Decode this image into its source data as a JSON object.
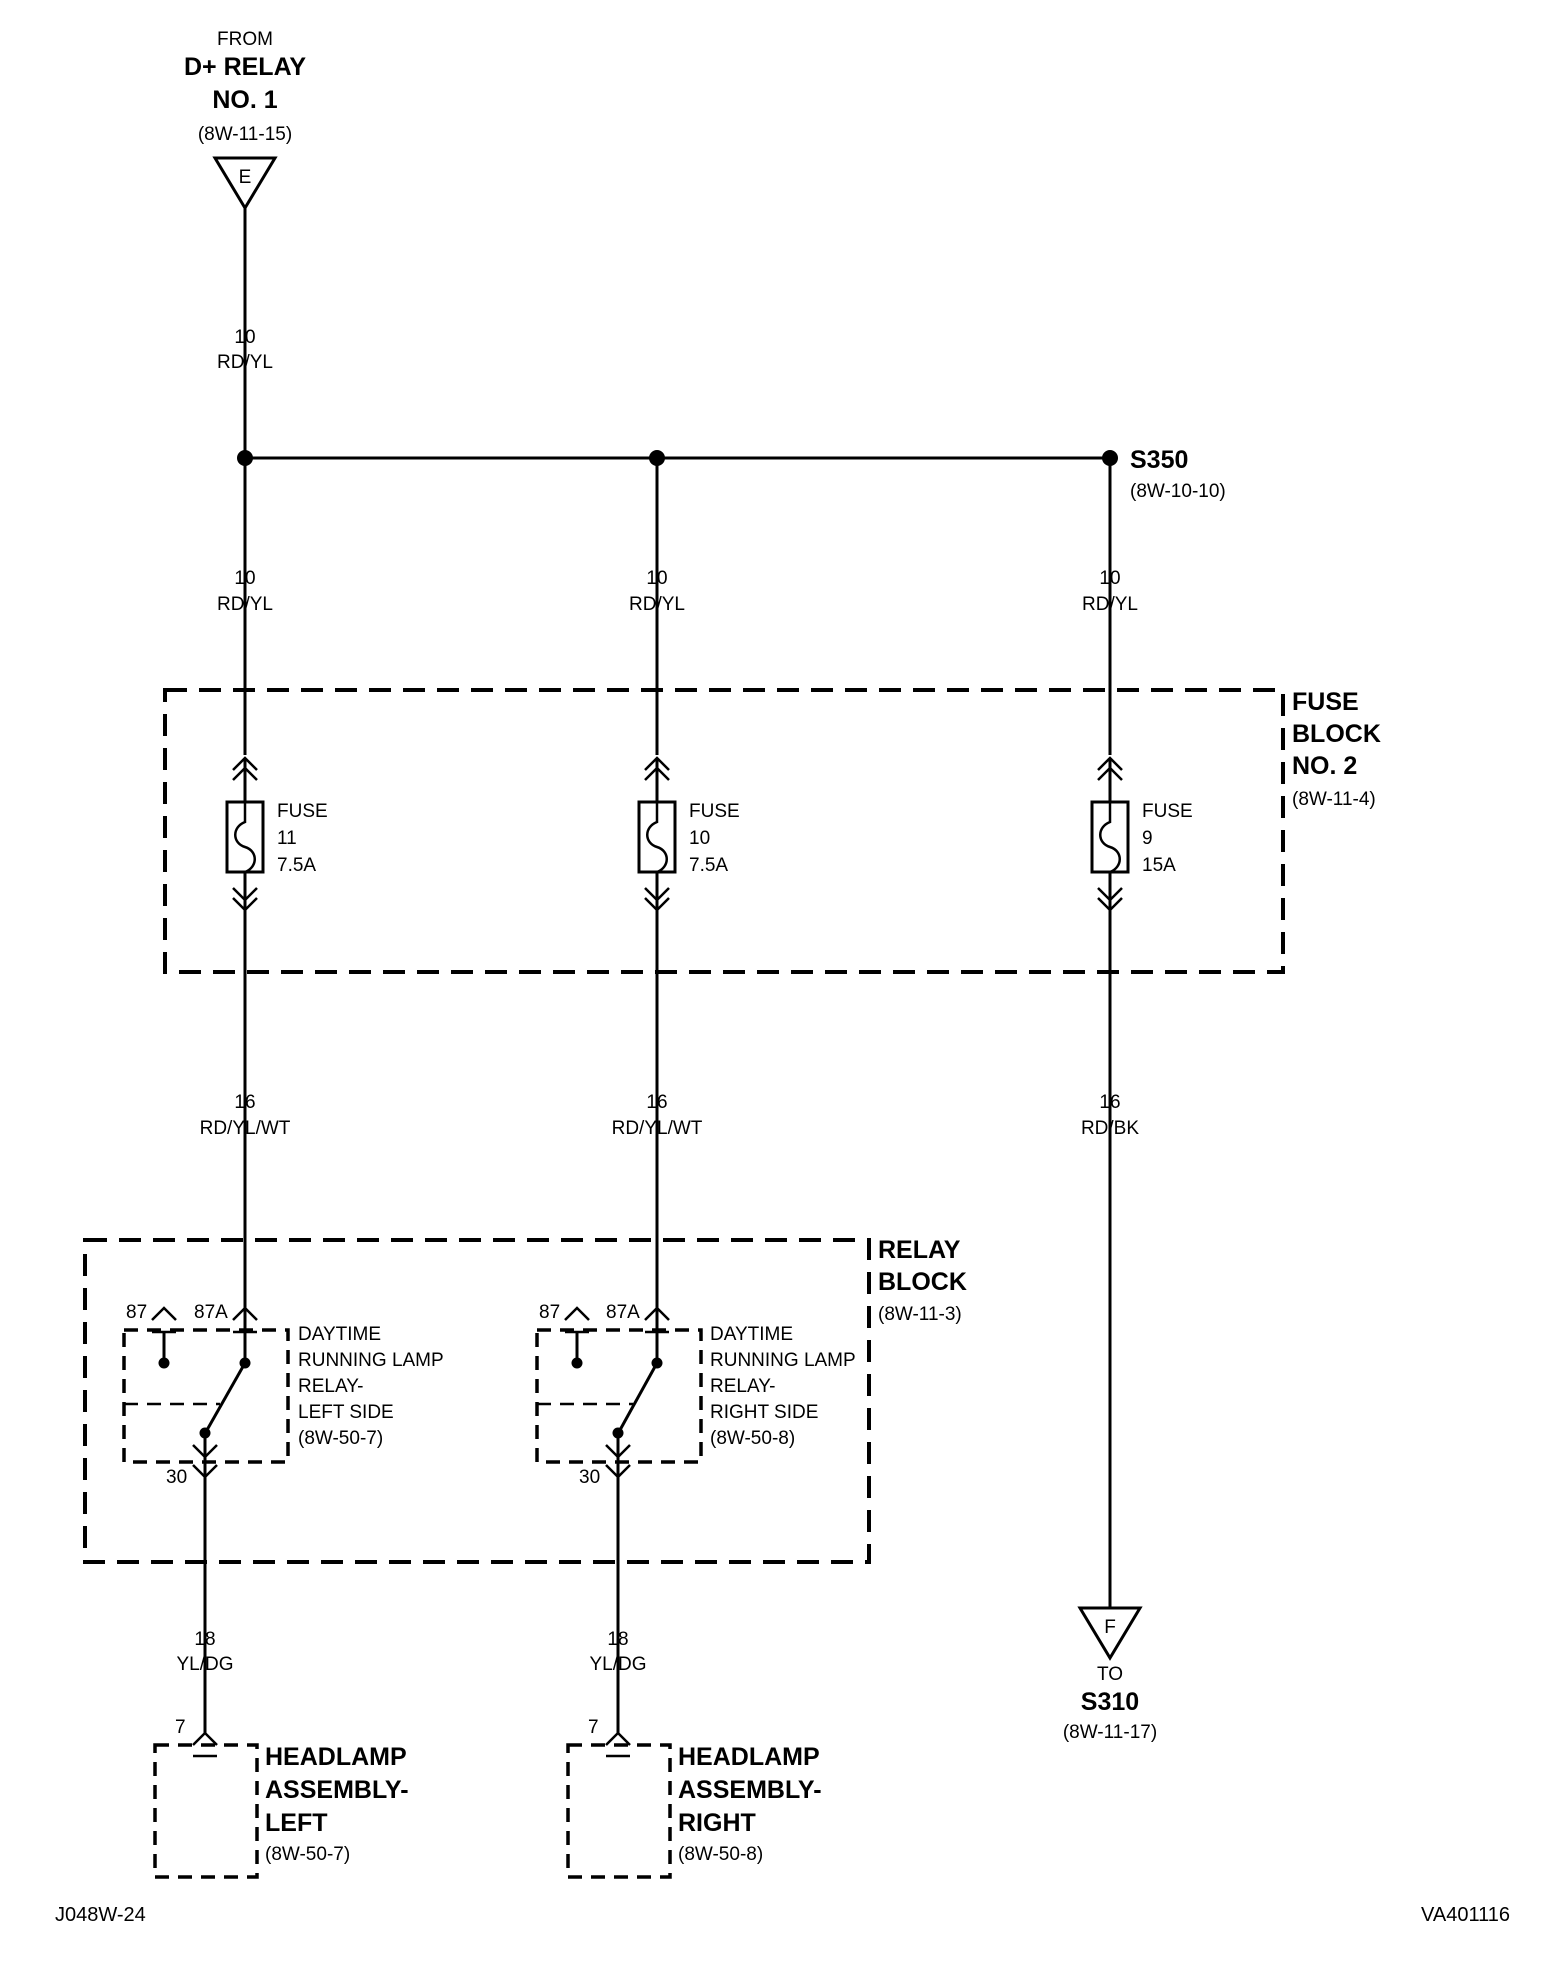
{
  "top_connector": {
    "prefix": "FROM",
    "line1": "D+ RELAY",
    "line2": "NO. 1",
    "ref": "(8W-11-15)",
    "letter": "E"
  },
  "top_wire": {
    "gauge": "10",
    "color": "RD/YL"
  },
  "splice": {
    "name": "S350",
    "ref": "(8W-10-10)"
  },
  "branch_wires": [
    {
      "gauge": "10",
      "color": "RD/YL"
    },
    {
      "gauge": "10",
      "color": "RD/YL"
    },
    {
      "gauge": "10",
      "color": "RD/YL"
    }
  ],
  "fuse_block": {
    "line1": "FUSE",
    "line2": "BLOCK",
    "line3": "NO. 2",
    "ref": "(8W-11-4)"
  },
  "fuses": [
    {
      "label": "FUSE",
      "number": "11",
      "rating": "7.5A"
    },
    {
      "label": "FUSE",
      "number": "10",
      "rating": "7.5A"
    },
    {
      "label": "FUSE",
      "number": "9",
      "rating": "15A"
    }
  ],
  "fuse_out_wires": [
    {
      "gauge": "16",
      "color": "RD/YL/WT"
    },
    {
      "gauge": "16",
      "color": "RD/YL/WT"
    },
    {
      "gauge": "16",
      "color": "RD/BK"
    }
  ],
  "relay_block": {
    "line1": "RELAY",
    "line2": "BLOCK",
    "ref": "(8W-11-3)"
  },
  "relays": [
    {
      "pin87": "87",
      "pin87a": "87A",
      "pin30": "30",
      "line1": "DAYTIME",
      "line2": "RUNNING LAMP",
      "line3": "RELAY-",
      "line4": "LEFT SIDE",
      "ref": "(8W-50-7)"
    },
    {
      "pin87": "87",
      "pin87a": "87A",
      "pin30": "30",
      "line1": "DAYTIME",
      "line2": "RUNNING LAMP",
      "line3": "RELAY-",
      "line4": "RIGHT SIDE",
      "ref": "(8W-50-8)"
    }
  ],
  "relay_out_wires": [
    {
      "gauge": "18",
      "color": "YL/DG"
    },
    {
      "gauge": "18",
      "color": "YL/DG"
    }
  ],
  "headlamps": [
    {
      "pin": "7",
      "line1": "HEADLAMP",
      "line2": "ASSEMBLY-",
      "line3": "LEFT",
      "ref": "(8W-50-7)"
    },
    {
      "pin": "7",
      "line1": "HEADLAMP",
      "line2": "ASSEMBLY-",
      "line3": "RIGHT",
      "ref": "(8W-50-8)"
    }
  ],
  "bottom_connector": {
    "letter": "F",
    "prefix": "TO",
    "name": "S310",
    "ref": "(8W-11-17)"
  },
  "footer": {
    "left": "J048W-24",
    "right": "VA401116"
  }
}
